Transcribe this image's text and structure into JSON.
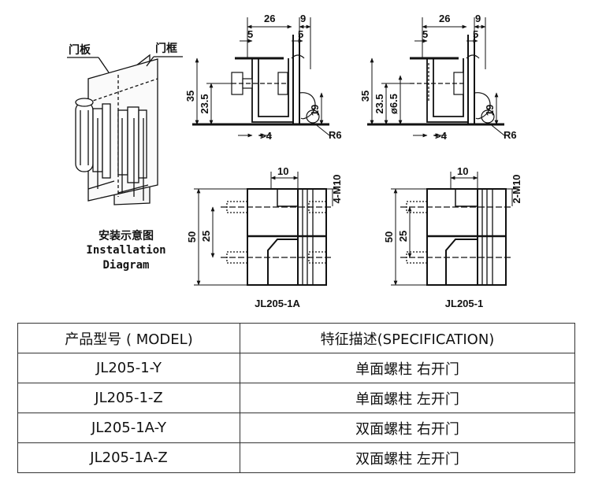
{
  "illustration": {
    "door_panel_label": "门板",
    "door_frame_label": "门框",
    "caption_zh": "安装示意图",
    "caption_en": "Installation Diagram"
  },
  "drawings": {
    "side_left": {
      "d26": "26",
      "d9": "9",
      "d5a": "5",
      "d5b": "5",
      "d35": "35",
      "d23": "23.5",
      "d19": "19",
      "d4": "4",
      "r6": "R6"
    },
    "side_right": {
      "d26": "26",
      "d9": "9",
      "d5a": "5",
      "d5b": "5",
      "d35": "35",
      "d23": "23.5",
      "dphi": "ø6.5",
      "d19": "19",
      "d4": "4",
      "r6": "R6"
    },
    "front_left": {
      "d10": "10",
      "d50": "50",
      "d25": "25",
      "thread": "4-M10",
      "name": "JL205-1A"
    },
    "front_right": {
      "d10": "10",
      "d50": "50",
      "d25": "25",
      "thread": "2-M10",
      "name": "JL205-1"
    }
  },
  "spec_table": {
    "headers": [
      "产品型号 ( MODEL)",
      "特征描述(SPECIFICATION)"
    ],
    "rows": [
      [
        "JL205-1-Y",
        "单面螺柱 右开门"
      ],
      [
        "JL205-1-Z",
        "单面螺柱 左开门"
      ],
      [
        "JL205-1A-Y",
        "双面螺柱 右开门"
      ],
      [
        "JL205-1A-Z",
        "双面螺柱 左开门"
      ]
    ]
  }
}
